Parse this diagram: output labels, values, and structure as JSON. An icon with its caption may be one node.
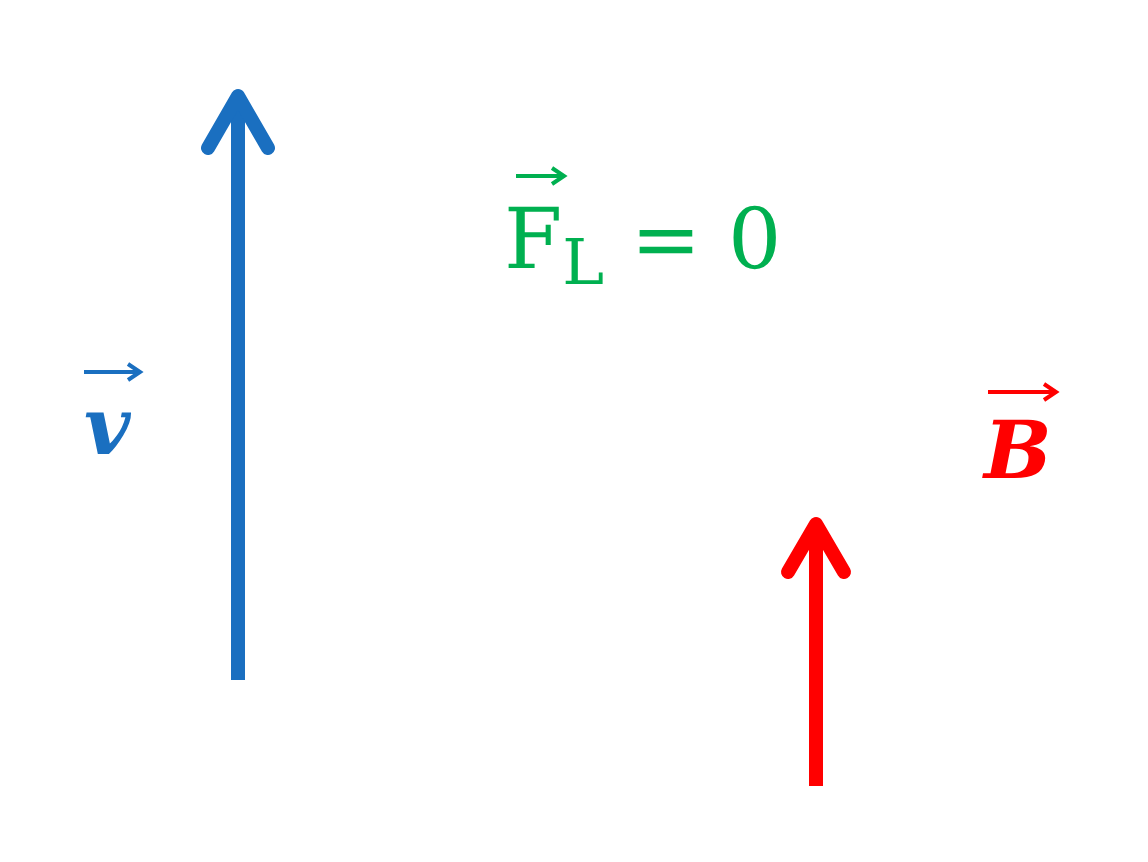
{
  "diagram": {
    "labels": [
      "v",
      "F$_{L}$ = 0",
      "B"
    ]
  }
}
